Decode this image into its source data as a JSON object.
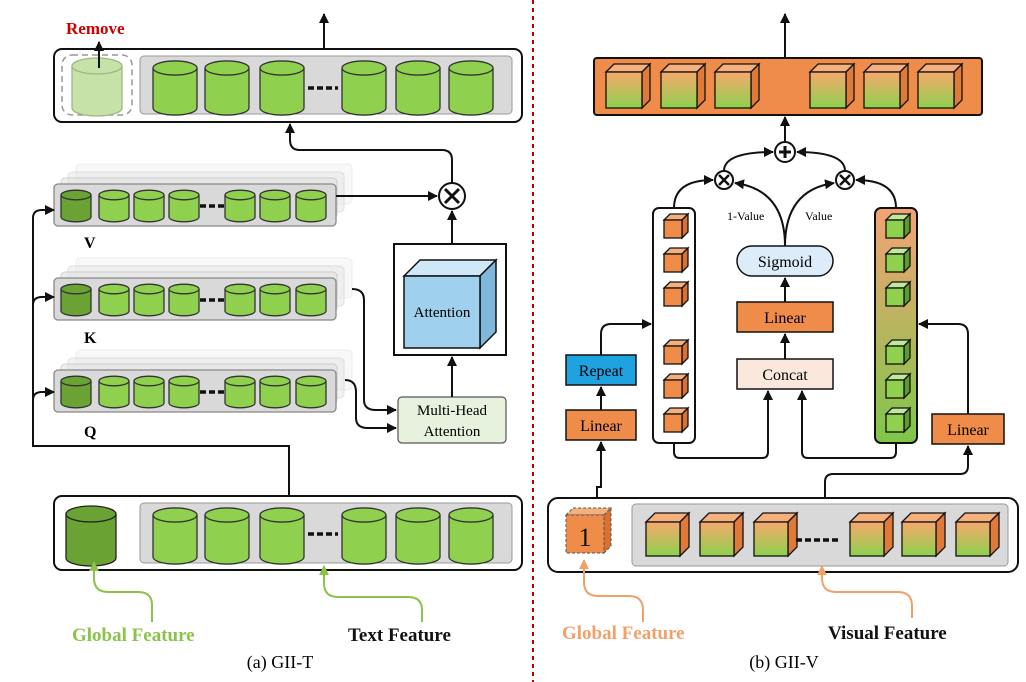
{
  "left": {
    "remove_label": "Remove",
    "v_label": "V",
    "k_label": "K",
    "q_label": "Q",
    "attention_label": "Attention",
    "mha_line1": "Multi-Head",
    "mha_line2": "Attention",
    "global_feature_label": "Global Feature",
    "text_feature_label": "Text Feature",
    "caption": "(a) GII-T",
    "colors": {
      "global_green": "#6aa234",
      "token_green": "#8fd14f",
      "remove_red": "#cc0000",
      "global_label": "#8bc34a"
    }
  },
  "right": {
    "repeat_label": "Repeat",
    "linear_left_label": "Linear",
    "linear_mid_label": "Linear",
    "linear_right_label": "Linear",
    "sigmoid_label": "Sigmoid",
    "concat_label": "Concat",
    "one_minus_value_label": "1-Value",
    "value_label": "Value",
    "global_box_label": "1",
    "global_feature_label": "Global Feature",
    "visual_feature_label": "Visual Feature",
    "caption": "(b) GII-V",
    "colors": {
      "orange": "#f0904c",
      "repeat_blue": "#1fa2e0",
      "sigmoid_fill": "#dcecf8",
      "concat_fill": "#fbe8dc",
      "global_label": "#f2a06a"
    }
  },
  "ellipsis": "---"
}
